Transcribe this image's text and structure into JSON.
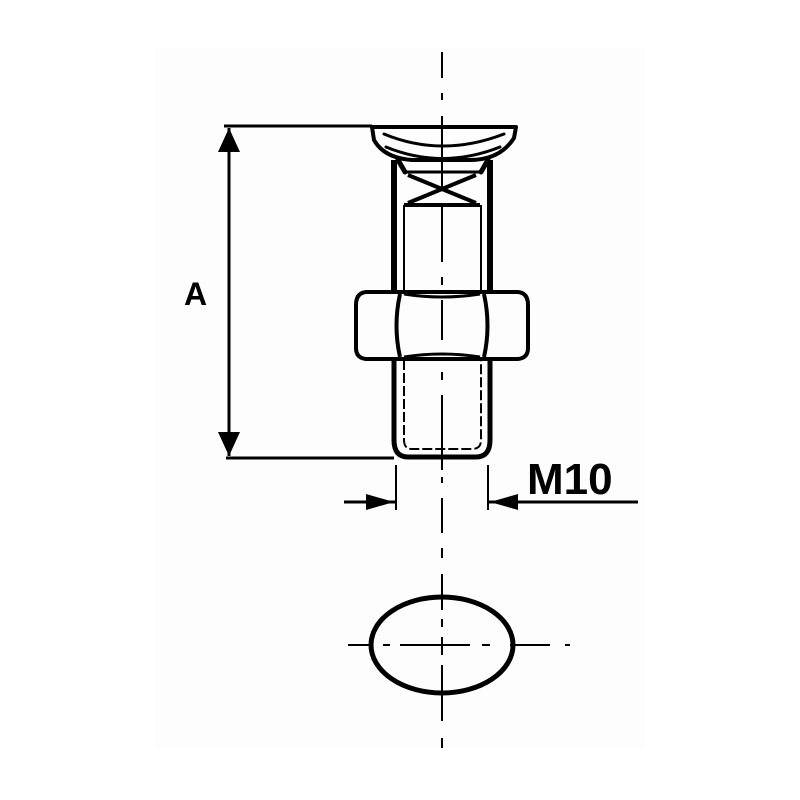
{
  "drawing": {
    "title": "Carriage bolt with hex nut — dimension drawing",
    "labels": {
      "length_dimension": "A",
      "thread_size": "M10"
    },
    "colors": {
      "ink": "#000000",
      "background": "#ffffff",
      "panel": "#fdfdfd"
    },
    "parts": [
      "bolt-head",
      "square-neck",
      "shank",
      "hex-nut",
      "end-view-ellipse"
    ]
  }
}
